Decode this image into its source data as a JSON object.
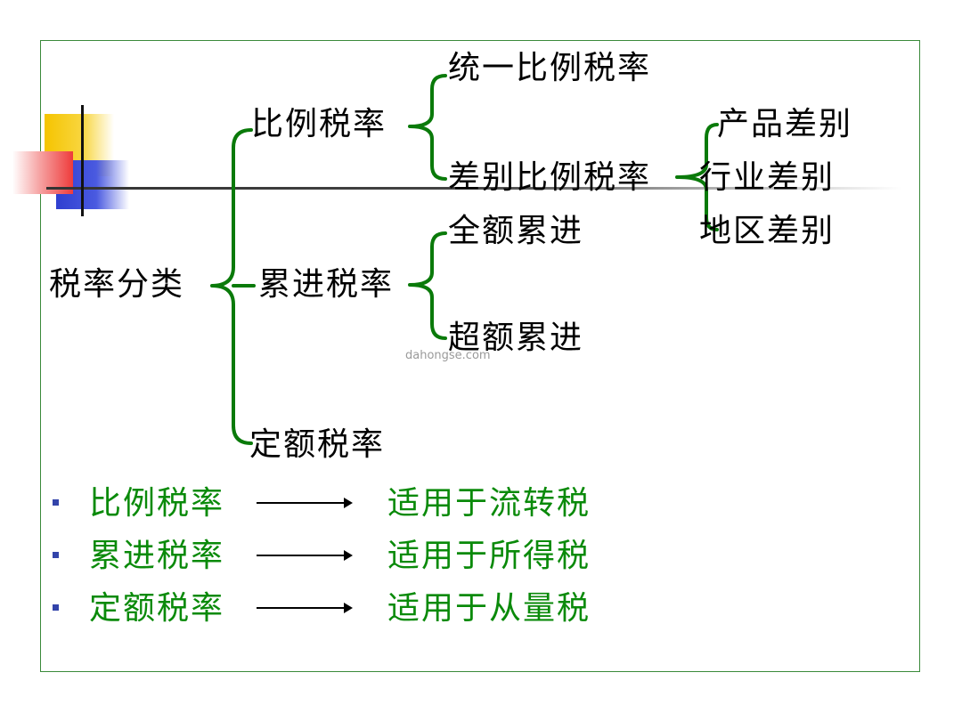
{
  "tree": {
    "root": "税率分类",
    "level1": [
      "比例税率",
      "累进税率",
      "定额税率"
    ],
    "proportional_children": [
      "统一比例税率",
      "差别比例税率"
    ],
    "progressive_children": [
      "全额累进",
      "超额累进"
    ],
    "differential_children": [
      "产品差别",
      "行业差别",
      "地区差别"
    ]
  },
  "watermark": "dahongse.com",
  "rules": [
    {
      "type": "比例税率",
      "applies": "适用于流转税"
    },
    {
      "type": "累进税率",
      "applies": "适用于所得税"
    },
    {
      "type": "定额税率",
      "applies": "适用于从量税"
    }
  ],
  "colors": {
    "bracket": "#0a7a0a",
    "rule_text": "#0a8a0a",
    "frame": "#3a8a3a",
    "bullet": "#3344aa"
  }
}
